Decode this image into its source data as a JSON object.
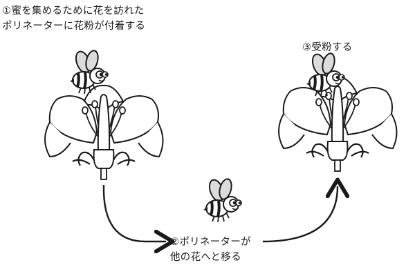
{
  "steps": [
    {
      "number": "①",
      "lines": [
        "蜜を集めるために花を訪れた",
        "ポリネーターに花粉が付着する"
      ]
    },
    {
      "number": "②",
      "lines": [
        "ポリネーターが",
        "他の花へと移る"
      ]
    },
    {
      "number": "③",
      "lines": [
        "受粉する"
      ]
    }
  ],
  "icons": {
    "left_flower": "flower-icon",
    "right_flower": "flower-icon",
    "bee": "bee-icon"
  }
}
